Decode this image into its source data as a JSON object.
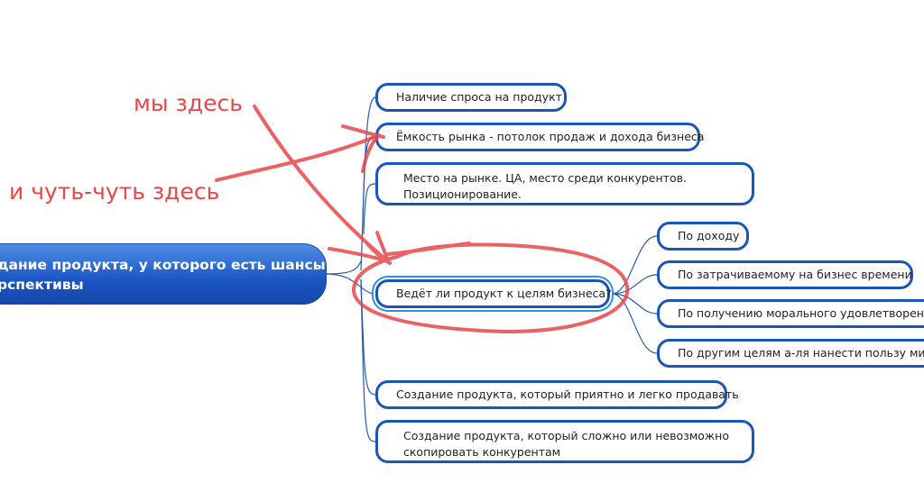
{
  "root": {
    "line1": "дание продукта, у которого есть шансы",
    "line2": "рспективы"
  },
  "nodes": [
    "Наличие спроса на продукт",
    "Ёмкость рынка - потолок продаж и дохода бизнеса",
    [
      "Место на рынке. ЦА, место среди конкурентов.",
      "Позиционирование."
    ],
    "Ведёт ли продукт к целям бизнеса?",
    "Создание продукта, который приятно и легко продавать",
    [
      "Создание продукта, который сложно или невозможно",
      "скопировать конкурентам"
    ]
  ],
  "children": [
    "По доходу",
    "По затрачиваемому на бизнес времени",
    "По получению морального удовлетворения о",
    "По другим целям а-ля нанести пользу миру"
  ],
  "annotations": {
    "here": "мы здесь",
    "little": "и чуть-чуть здесь"
  },
  "colors": {
    "node_border": "#1a56b8",
    "annotation": "#e8474a"
  }
}
